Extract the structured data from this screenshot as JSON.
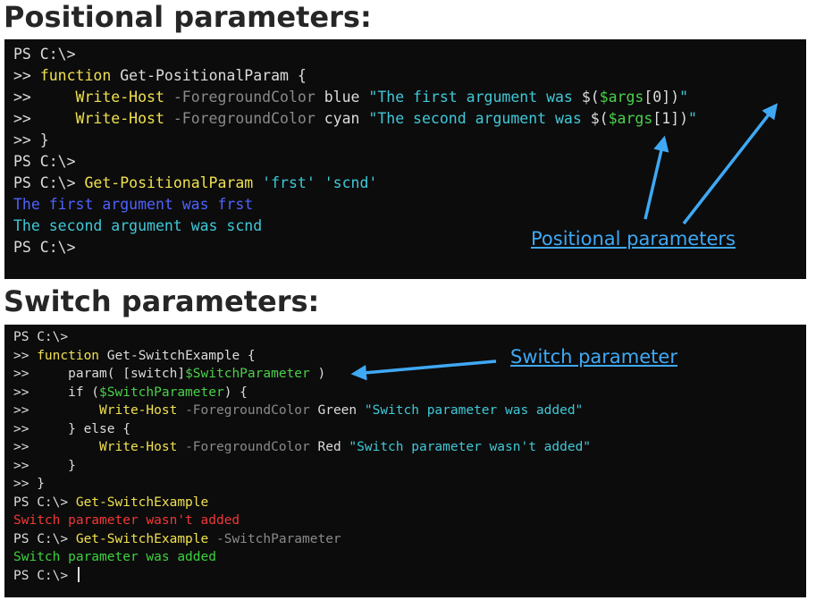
{
  "headings": {
    "positional": "Positional parameters:",
    "switch": "Switch parameters:"
  },
  "annotations": {
    "positional": "Positional parameters",
    "switch": "Switch parameter"
  },
  "colors": {
    "annotation": "#3fa9f5",
    "terminal_bg": "#0c0c0c"
  },
  "terminal1": {
    "lines": [
      [
        {
          "t": "PS C:\\>",
          "c": "plain"
        }
      ],
      [
        {
          "t": ">> ",
          "c": "plain"
        },
        {
          "t": "function",
          "c": "key"
        },
        {
          "t": " Get-PositionalParam {",
          "c": "plain"
        }
      ],
      [
        {
          "t": ">>     ",
          "c": "plain"
        },
        {
          "t": "Write-Host",
          "c": "cmd"
        },
        {
          "t": " -ForegroundColor",
          "c": "param"
        },
        {
          "t": " blue ",
          "c": "plain"
        },
        {
          "t": "\"The first argument was ",
          "c": "str"
        },
        {
          "t": "$(",
          "c": "plain"
        },
        {
          "t": "$args",
          "c": "var"
        },
        {
          "t": "[0])",
          "c": "plain"
        },
        {
          "t": "\"",
          "c": "str"
        }
      ],
      [
        {
          "t": ">>     ",
          "c": "plain"
        },
        {
          "t": "Write-Host",
          "c": "cmd"
        },
        {
          "t": " -ForegroundColor",
          "c": "param"
        },
        {
          "t": " cyan ",
          "c": "plain"
        },
        {
          "t": "\"The second argument was ",
          "c": "str"
        },
        {
          "t": "$(",
          "c": "plain"
        },
        {
          "t": "$args",
          "c": "var"
        },
        {
          "t": "[1])",
          "c": "plain"
        },
        {
          "t": "\"",
          "c": "str"
        }
      ],
      [
        {
          "t": ">> }",
          "c": "plain"
        }
      ],
      [
        {
          "t": "PS C:\\>",
          "c": "plain"
        }
      ],
      [
        {
          "t": "PS C:\\> ",
          "c": "plain"
        },
        {
          "t": "Get-PositionalParam",
          "c": "cmd"
        },
        {
          "t": " 'frst' 'scnd'",
          "c": "str"
        }
      ],
      [
        {
          "t": "The first argument was frst",
          "c": "blue"
        }
      ],
      [
        {
          "t": "The second argument was scnd",
          "c": "cyan"
        }
      ],
      [
        {
          "t": "PS C:\\>",
          "c": "plain"
        }
      ]
    ]
  },
  "terminal2": {
    "lines": [
      [
        {
          "t": "PS C:\\>",
          "c": "plain"
        }
      ],
      [
        {
          "t": ">> ",
          "c": "plain"
        },
        {
          "t": "function",
          "c": "key"
        },
        {
          "t": " Get-SwitchExample {",
          "c": "plain"
        }
      ],
      [
        {
          "t": ">>     param( [switch]",
          "c": "plain"
        },
        {
          "t": "$SwitchParameter",
          "c": "var"
        },
        {
          "t": " )",
          "c": "plain"
        }
      ],
      [
        {
          "t": ">>     if (",
          "c": "plain"
        },
        {
          "t": "$SwitchParameter",
          "c": "var"
        },
        {
          "t": ") {",
          "c": "plain"
        }
      ],
      [
        {
          "t": ">>         ",
          "c": "plain"
        },
        {
          "t": "Write-Host",
          "c": "cmd"
        },
        {
          "t": " -ForegroundColor",
          "c": "param"
        },
        {
          "t": " Green ",
          "c": "plain"
        },
        {
          "t": "\"Switch parameter was added\"",
          "c": "str"
        }
      ],
      [
        {
          "t": ">>     } else {",
          "c": "plain"
        }
      ],
      [
        {
          "t": ">>         ",
          "c": "plain"
        },
        {
          "t": "Write-Host",
          "c": "cmd"
        },
        {
          "t": " -ForegroundColor",
          "c": "param"
        },
        {
          "t": " Red ",
          "c": "plain"
        },
        {
          "t": "\"Switch parameter wasn't added\"",
          "c": "str"
        }
      ],
      [
        {
          "t": ">>     }",
          "c": "plain"
        }
      ],
      [
        {
          "t": ">> }",
          "c": "plain"
        }
      ],
      [
        {
          "t": "PS C:\\> ",
          "c": "plain"
        },
        {
          "t": "Get-SwitchExample",
          "c": "cmd"
        }
      ],
      [
        {
          "t": "Switch parameter wasn't added",
          "c": "red"
        }
      ],
      [
        {
          "t": "PS C:\\> ",
          "c": "plain"
        },
        {
          "t": "Get-SwitchExample",
          "c": "cmd"
        },
        {
          "t": " -SwitchParameter",
          "c": "dim"
        }
      ],
      [
        {
          "t": "Switch parameter was added",
          "c": "green"
        }
      ],
      [
        {
          "t": "PS C:\\> ",
          "c": "plain"
        }
      ]
    ]
  }
}
